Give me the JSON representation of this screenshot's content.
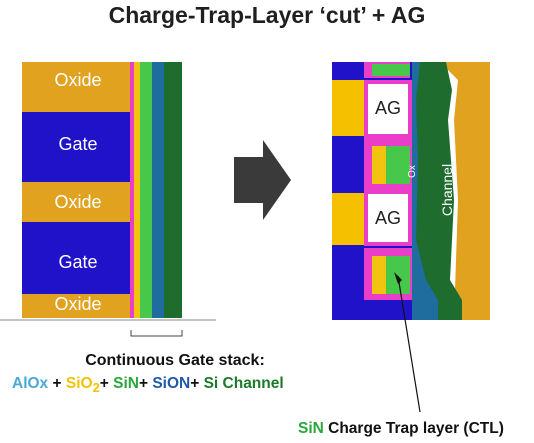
{
  "title": "Charge-Trap-Layer ‘cut’ + AG",
  "left_stack": {
    "labels": [
      "Oxide",
      "Gate",
      "Oxide",
      "Gate",
      "Oxide"
    ]
  },
  "right_stack": {
    "ag_labels": [
      "AG",
      "AG"
    ],
    "ox_label": "Ox",
    "channel_label": "Channel"
  },
  "captions": {
    "continuous": "Continuous Gate stack:",
    "stack_parts": {
      "alox": "AlOx",
      "plus1": " + ",
      "sio": "SiO",
      "sub2": "2",
      "plus2": "+ ",
      "sin": "SiN",
      "plus3": "+ ",
      "sion": "SiON",
      "plus4": "+ ",
      "si": "Si Channel"
    },
    "ctl": {
      "sin": "SiN",
      "rest": " Charge Trap layer (CTL)"
    }
  },
  "colors": {
    "oxide": "#e0a21f",
    "gate": "#1f12c9",
    "pink": "#ea3dc8",
    "yellow": "#f1c40f",
    "light_green": "#47c84a",
    "blue_layer": "#1f6c9e",
    "dark_green": "#1e6d2e",
    "green": "#2aa63c",
    "arrow": "#3a3a3a"
  }
}
